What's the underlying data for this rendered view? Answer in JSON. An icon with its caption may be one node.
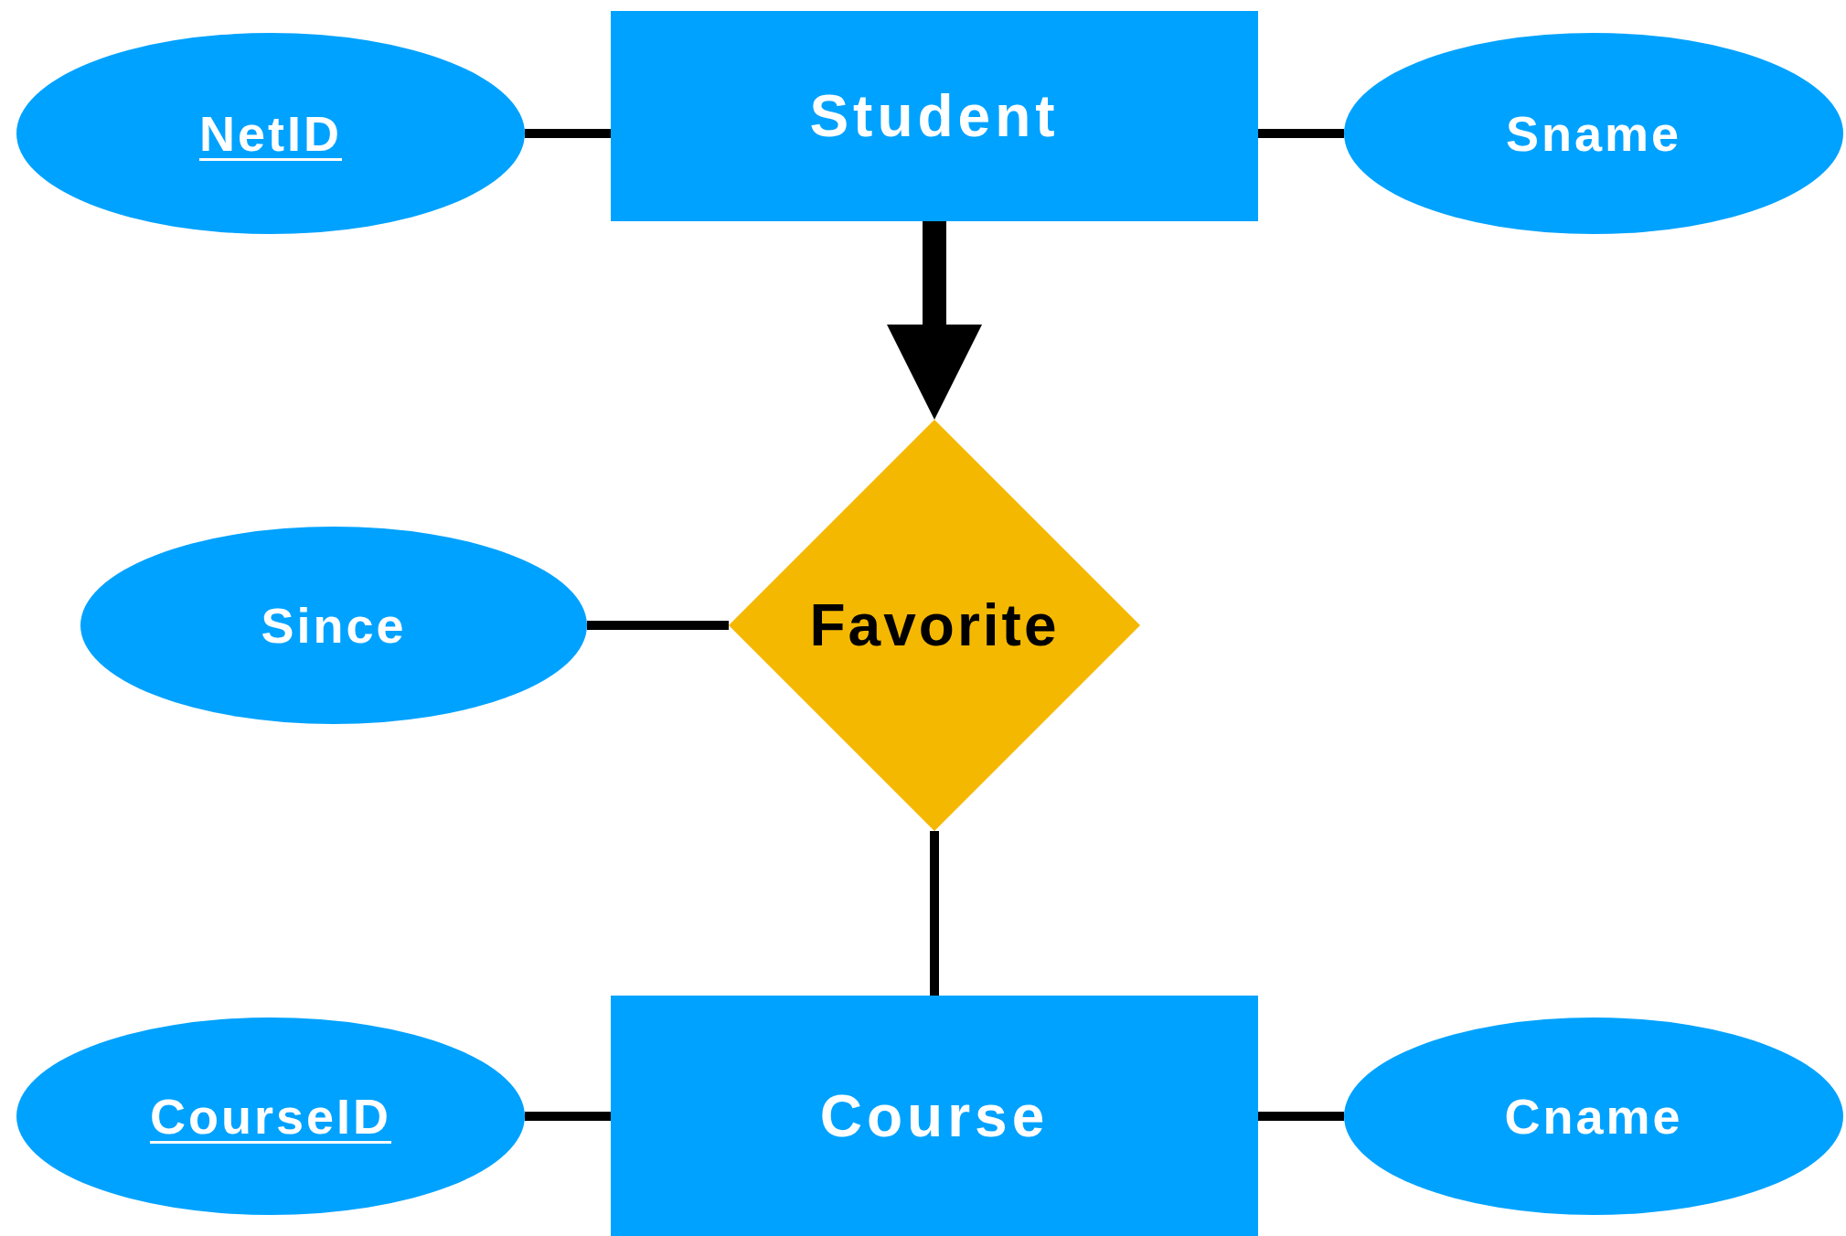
{
  "diagram": {
    "nodes": [
      {
        "text": [
          "NetID"
        ]
      },
      {
        "text": [
          "Student"
        ]
      },
      {
        "text": [
          "Sname"
        ]
      },
      {
        "text": [
          "Since"
        ]
      },
      {
        "text": [
          "Favorite"
        ]
      },
      {
        "text": [
          "CourseID"
        ]
      },
      {
        "text": [
          "Course"
        ]
      },
      {
        "text": [
          "Cname"
        ]
      }
    ],
    "edges": [
      {
        "from": 0,
        "to": 1,
        "arrow": "none"
      },
      {
        "from": 1,
        "to": 2,
        "arrow": "none"
      },
      {
        "from": 1,
        "to": 4,
        "arrow": "to",
        "style": "thick"
      },
      {
        "from": 3,
        "to": 4,
        "arrow": "none"
      },
      {
        "from": 4,
        "to": 6,
        "arrow": "none"
      },
      {
        "from": 5,
        "to": 6,
        "arrow": "none"
      },
      {
        "from": 6,
        "to": 7,
        "arrow": "none"
      }
    ]
  }
}
